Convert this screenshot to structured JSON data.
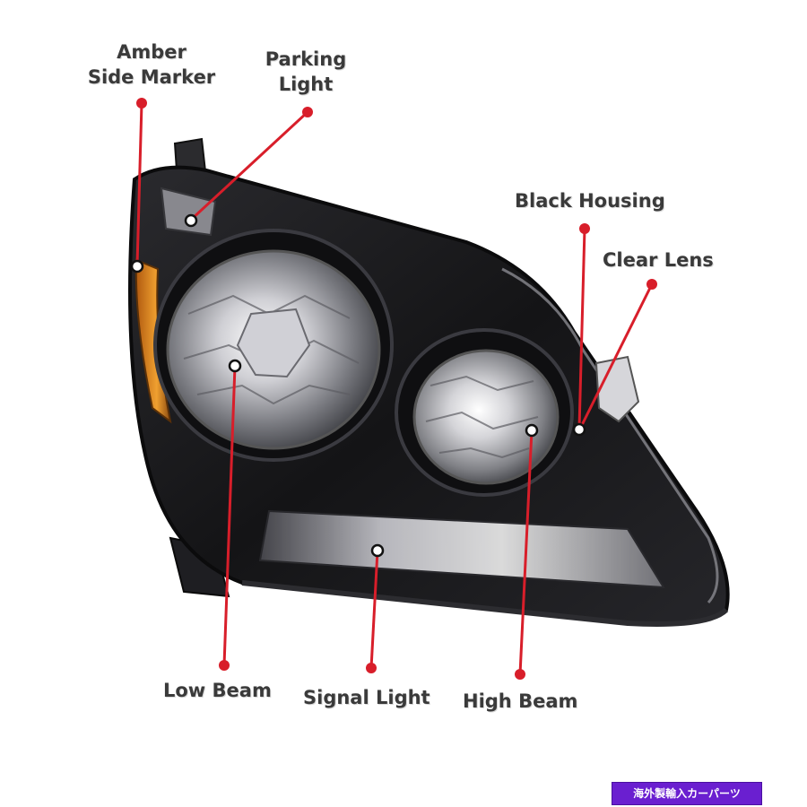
{
  "labels": {
    "amber_side_marker": [
      "Amber",
      "Side Marker"
    ],
    "parking_light": [
      "Parking",
      "Light"
    ],
    "black_housing": "Black Housing",
    "clear_lens": "Clear Lens",
    "low_beam": "Low Beam",
    "signal_light": "Signal Light",
    "high_beam": "High Beam"
  },
  "watermark": "海外製輸入カーパーツ",
  "colors": {
    "callout": "#d81e2a",
    "label_text": "#3a3a3a",
    "housing": "#1b1b1d",
    "amber": "#e08a1e",
    "watermark_bg": "#6a1fd0"
  }
}
